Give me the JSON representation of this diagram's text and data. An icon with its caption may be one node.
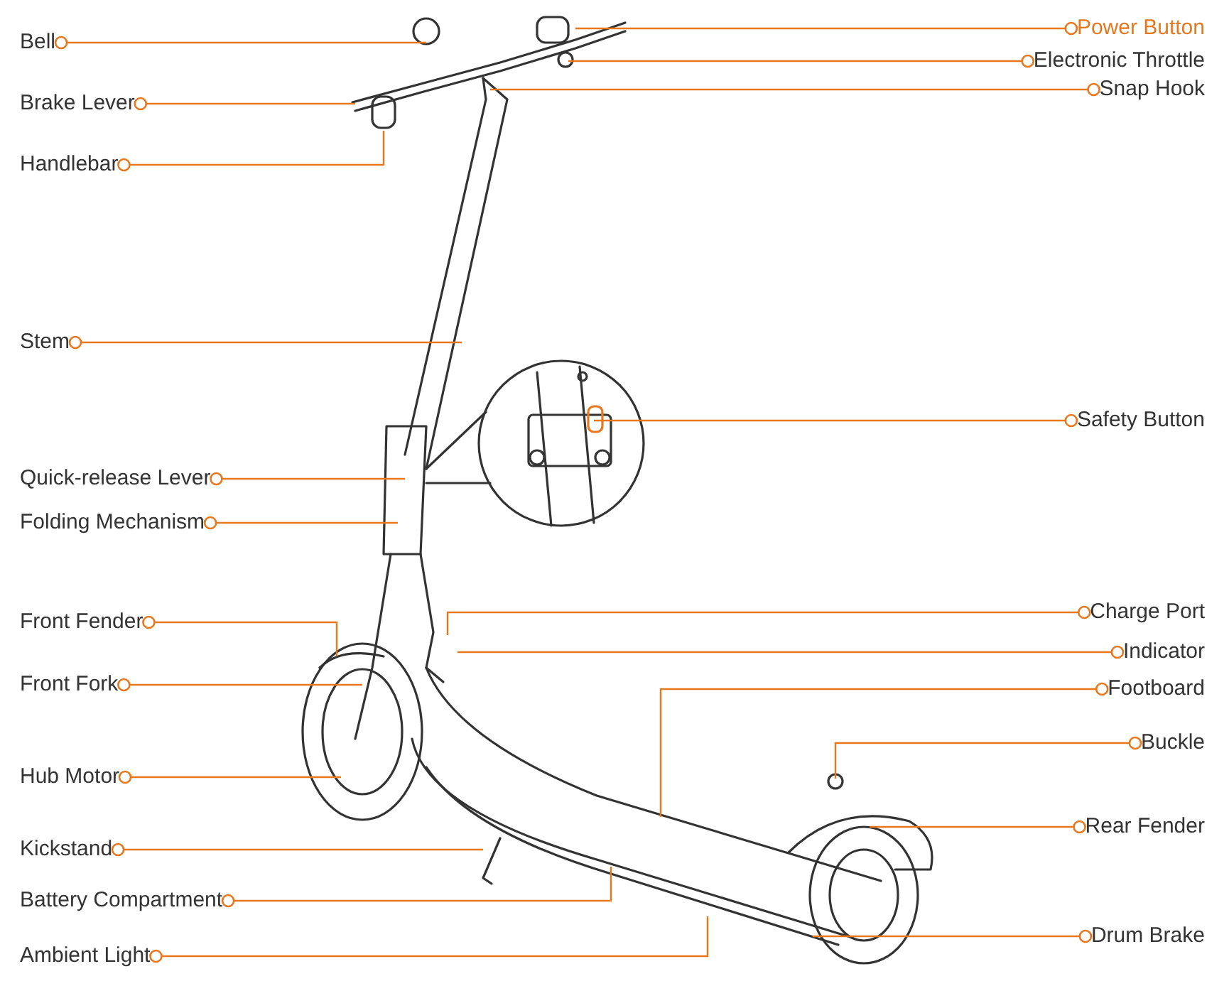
{
  "diagram": {
    "nodes": [
      {
        "text": [
          "Bell"
        ]
      },
      {
        "text": [
          "Brake Lever"
        ]
      },
      {
        "text": [
          "Handlebar"
        ]
      },
      {
        "text": [
          "Stem"
        ]
      },
      {
        "text": [
          "Quick-release Lever"
        ]
      },
      {
        "text": [
          "Folding Mechanism"
        ]
      },
      {
        "text": [
          "Front Fender"
        ]
      },
      {
        "text": [
          "Front Fork"
        ]
      },
      {
        "text": [
          "Hub Motor"
        ]
      },
      {
        "text": [
          "Kickstand"
        ]
      },
      {
        "text": [
          "Battery Compartment"
        ]
      },
      {
        "text": [
          "Ambient Light"
        ]
      },
      {
        "text": [
          "Power Button"
        ]
      },
      {
        "text": [
          "Electronic Throttle"
        ]
      },
      {
        "text": [
          "Snap Hook"
        ]
      },
      {
        "text": [
          "Safety Button"
        ]
      },
      {
        "text": [
          "Charge Port"
        ]
      },
      {
        "text": [
          "Indicator"
        ]
      },
      {
        "text": [
          "Footboard"
        ]
      },
      {
        "text": [
          "Buckle"
        ]
      },
      {
        "text": [
          "Rear Fender"
        ]
      },
      {
        "text": [
          "Drum Brake"
        ]
      }
    ],
    "edges": [
      {
        "from": 0,
        "to": null,
        "arrow": "other"
      },
      {
        "from": 1,
        "to": null,
        "arrow": "other"
      },
      {
        "from": 2,
        "to": null,
        "arrow": "other"
      },
      {
        "from": 3,
        "to": null,
        "arrow": "other"
      },
      {
        "from": 4,
        "to": null,
        "arrow": "other"
      },
      {
        "from": 5,
        "to": null,
        "arrow": "other"
      },
      {
        "from": 6,
        "to": null,
        "arrow": "other"
      },
      {
        "from": 7,
        "to": null,
        "arrow": "other"
      },
      {
        "from": 8,
        "to": null,
        "arrow": "other"
      },
      {
        "from": 9,
        "to": null,
        "arrow": "other"
      },
      {
        "from": 10,
        "to": null,
        "arrow": "other"
      },
      {
        "from": 11,
        "to": null,
        "arrow": "other"
      },
      {
        "from": 12,
        "to": null,
        "arrow": "other"
      },
      {
        "from": 13,
        "to": null,
        "arrow": "other"
      },
      {
        "from": 14,
        "to": null,
        "arrow": "other"
      },
      {
        "from": 15,
        "to": null,
        "arrow": "other"
      },
      {
        "from": 16,
        "to": null,
        "arrow": "other"
      },
      {
        "from": 17,
        "to": null,
        "arrow": "other"
      },
      {
        "from": 18,
        "to": null,
        "arrow": "other"
      },
      {
        "from": 19,
        "to": null,
        "arrow": "other"
      },
      {
        "from": 20,
        "to": null,
        "arrow": "other"
      },
      {
        "from": 21,
        "to": null,
        "arrow": "other"
      }
    ]
  }
}
